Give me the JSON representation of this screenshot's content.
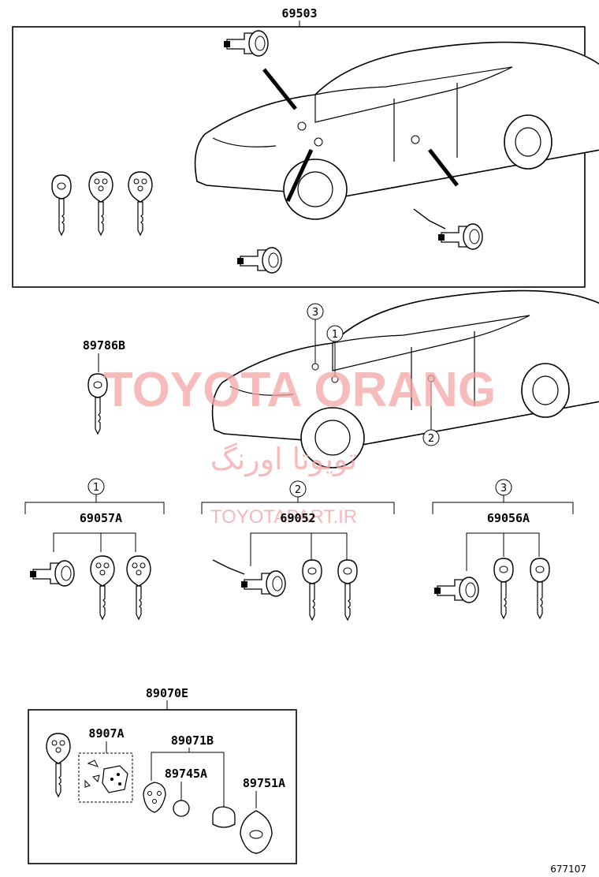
{
  "parts": {
    "kit_top": "69503",
    "transmitter_key": "89786B",
    "set_1": "69057A",
    "set_2": "69052",
    "set_3": "69056A",
    "key_kit": "89070E",
    "housing": "8907A",
    "case_cover": "89071B",
    "battery": "89745A",
    "cover_plate": "89751A"
  },
  "callouts": [
    "1",
    "2",
    "3"
  ],
  "watermark": {
    "brand": "TOYOTA ORANG",
    "persian": "تویوتا اورنگ",
    "url": "TOYOTAPART.IR"
  },
  "diagram_code": "677107",
  "colors": {
    "line": "#000000",
    "watermark": "#f3a6a6"
  }
}
